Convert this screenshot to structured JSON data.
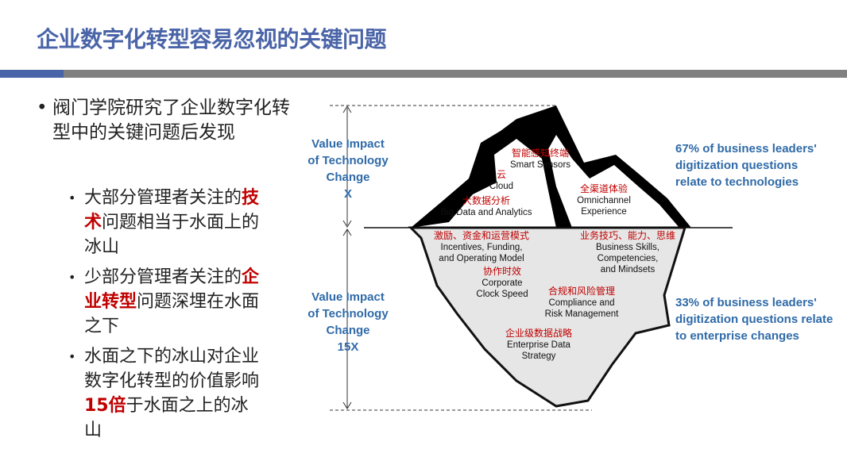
{
  "title": "企业数字化转型容易忽视的关键问题",
  "bullets": {
    "main": "阀门学院研究了企业数字化转型中的关键问题后发现",
    "sub": [
      {
        "pre": "大部分管理者关注的",
        "hl": "技术",
        "post": "问题相当于水面上的冰山"
      },
      {
        "pre": "少部分管理者关注的",
        "hl": "企业转型",
        "post": "问题深埋在水面之下"
      },
      {
        "pre": "水面之下的冰山对企业数字化转型的价值影响",
        "hl": "15倍",
        "post": "于水面之上的冰山"
      }
    ]
  },
  "diagram": {
    "left_top": [
      "Value Impact",
      "of Technology",
      "Change",
      "X"
    ],
    "left_bottom": [
      "Value Impact",
      "of Technology",
      "Change",
      "15X"
    ],
    "right_top": [
      "67% of business leaders'",
      "digitization questions",
      "relate to technologies"
    ],
    "right_bottom": [
      "33% of business leaders'",
      "digitization questions relate",
      "to enterprise changes"
    ],
    "above": [
      {
        "cn": "智能感知终端",
        "en": [
          "Smart Sensors"
        ]
      },
      {
        "cn": "云",
        "en": [
          "Cloud"
        ]
      },
      {
        "cn": "大数据分析",
        "en": [
          "Big Data and Analytics"
        ]
      },
      {
        "cn": "全渠道体验",
        "en": [
          "Omnichannel",
          "Experience"
        ]
      }
    ],
    "below": [
      {
        "cn": "激励、资金和运营模式",
        "en": [
          "Incentives, Funding,",
          "and Operating Model"
        ]
      },
      {
        "cn": "协作时效",
        "en": [
          "Corporate",
          "Clock Speed"
        ]
      },
      {
        "cn": "业务技巧、能力、思维",
        "en": [
          "Business Skills,",
          "Competencies,",
          "and Mindsets"
        ]
      },
      {
        "cn": "合规和风险管理",
        "en": [
          "Compliance and",
          "Risk Management"
        ]
      },
      {
        "cn": "企业级数据战略",
        "en": [
          "Enterprise Data",
          "Strategy"
        ]
      }
    ]
  }
}
